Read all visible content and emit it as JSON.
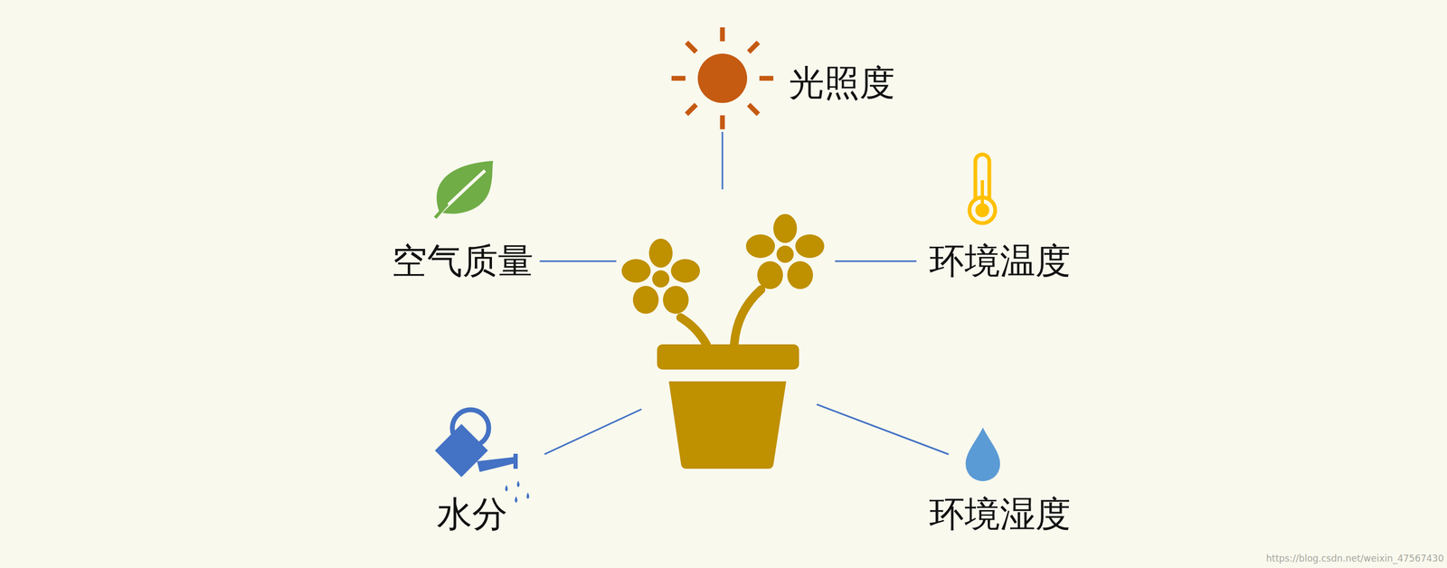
{
  "diagram": {
    "labels": [
      "光照度",
      "空气质量",
      "环境温度",
      "水分",
      "环境湿度",
      "https://blog.csdn.net/weixin_47567430"
    ]
  }
}
